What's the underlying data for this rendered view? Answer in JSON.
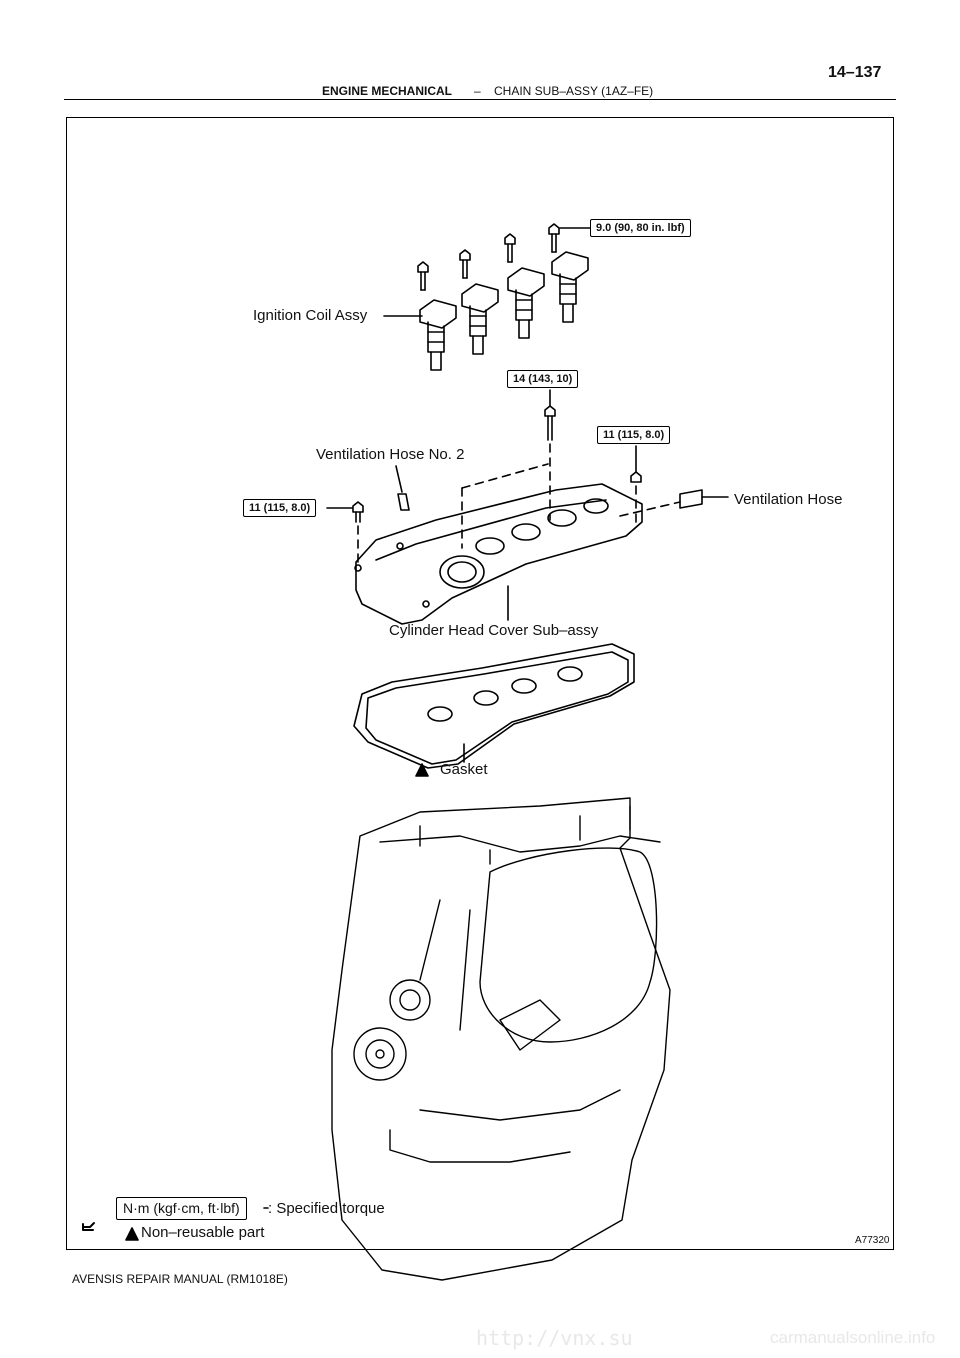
{
  "header": {
    "section": "ENGINE MECHANICAL",
    "separator": "–",
    "subsection": "CHAIN SUB–ASSY (1AZ–FE)",
    "page_number": "14–137"
  },
  "callouts": {
    "torque_coil": "9.0 (90, 80 in. lbf)",
    "ignition_coil": "Ignition Coil Assy",
    "torque_center": "14 (143, 10)",
    "torque_right": "11 (115, 8.0)",
    "vent_hose_2": "Ventilation Hose No. 2",
    "torque_left": "11 (115, 8.0)",
    "vent_hose": "Ventilation Hose",
    "head_cover": "Cylinder Head Cover Sub–assy",
    "gasket": "Gasket"
  },
  "legend": {
    "unit_box": "N·m (kgf·cm, ft·lbf)",
    "unit_desc": ": Specified torque",
    "non_reusable": "Non–reusable part"
  },
  "figure_id": "A77320",
  "footer": {
    "manual": "AVENSIS REPAIR MANUAL   (RM1018E)",
    "watermark_url": "http://vnx.su",
    "watermark_site": "carmanualsonline.info"
  }
}
